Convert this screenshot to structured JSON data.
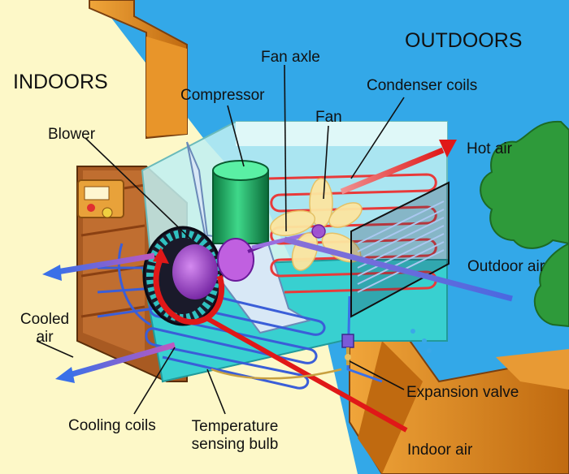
{
  "regions": {
    "indoors": "INDOORS",
    "outdoors": "OUTDOORS"
  },
  "labels": {
    "fan_axle": "Fan axle",
    "compressor": "Compressor",
    "condenser_coils": "Condenser coils",
    "fan": "Fan",
    "blower": "Blower",
    "hot_air": "Hot air",
    "outdoor_air": "Outdoor air",
    "cooled_air_line1": "Cooled",
    "cooled_air_line2": "air",
    "expansion_valve": "Expansion valve",
    "cooling_coils": "Cooling coils",
    "temperature_bulb_line1": "Temperature",
    "temperature_bulb_line2": "sensing bulb",
    "indoor_air": "Indoor air"
  },
  "colors": {
    "sky": "#33a8e8",
    "indoor_background": "#fdf8c8",
    "wall": "#d8861a",
    "unit_housing": "#a8ecec",
    "coolant_water": "#38d0d0",
    "hot_pipe": "#e83030",
    "cold_pipe": "#3a5ed8",
    "compressor": "#14a85a",
    "blower": "#8a3ac0",
    "trees": "#2e9a3a",
    "fan_blades": "#fde6a0"
  }
}
